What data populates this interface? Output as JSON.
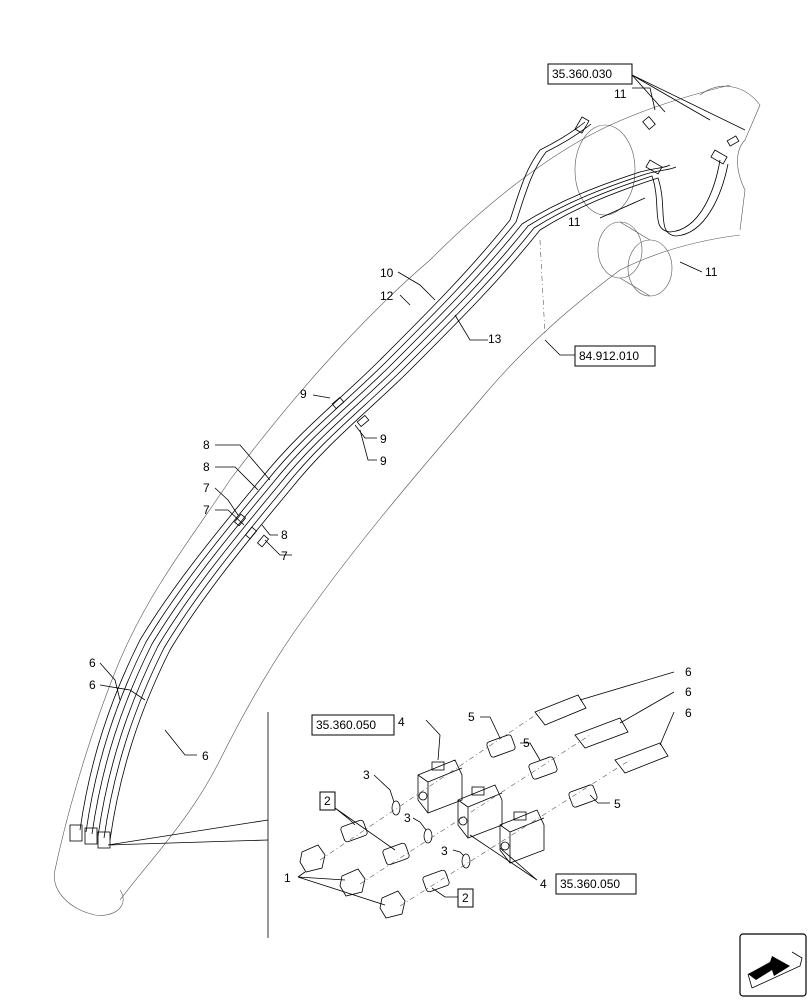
{
  "refs": {
    "top": "35.360.030",
    "mid": "84.912.010",
    "detail_left": "35.360.050",
    "detail_right": "35.360.050",
    "box_2a": "2",
    "box_2b": "2"
  },
  "callouts": {
    "c11a": "11",
    "c11b": "11",
    "c11c": "11",
    "c10": "10",
    "c12": "12",
    "c13": "13",
    "c9a": "9",
    "c9b": "9",
    "c9c": "9",
    "c8a": "8",
    "c8b": "8",
    "c8c": "8",
    "c7a": "7",
    "c7b": "7",
    "c7c": "7",
    "c6a": "6",
    "c6b": "6",
    "c6c": "6",
    "c6d": "6",
    "c6e": "6",
    "c6f": "6",
    "c4a": "4",
    "c4b": "4",
    "c5a": "5",
    "c5b": "5",
    "c5c": "5",
    "c3a": "3",
    "c3b": "3",
    "c3c": "3",
    "c1": "1"
  },
  "icons": {
    "nav": "arrow-icon"
  }
}
